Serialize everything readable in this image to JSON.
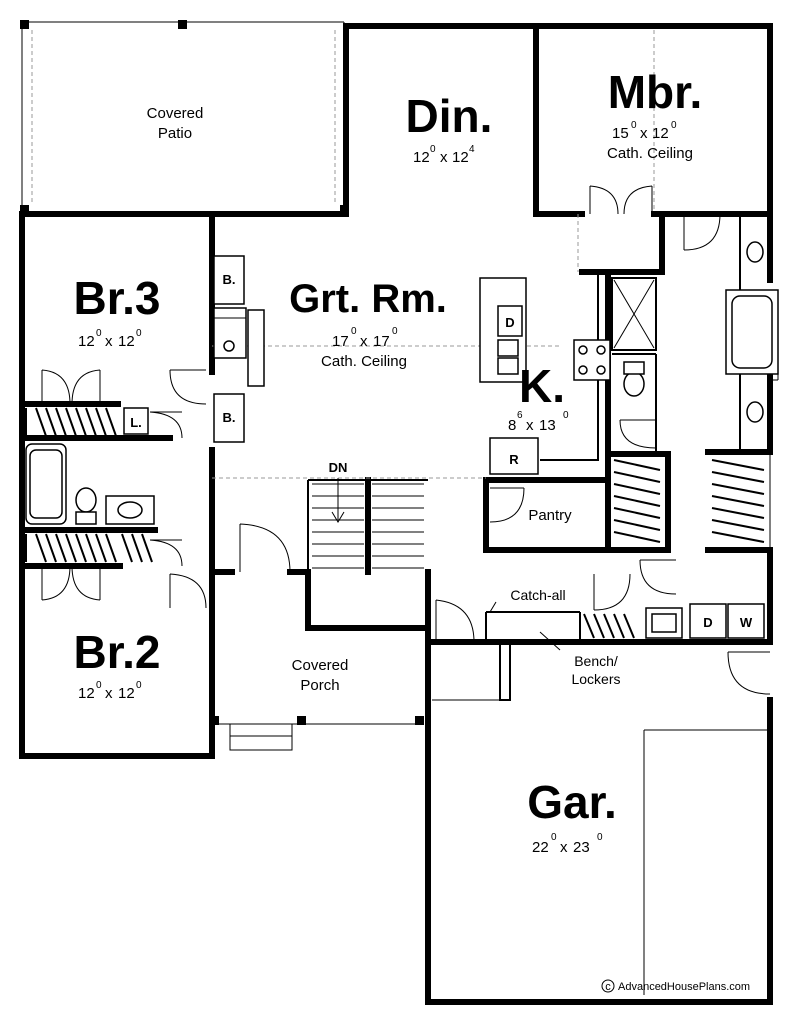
{
  "rooms": {
    "patio": {
      "line1": "Covered",
      "line2": "Patio"
    },
    "din": {
      "name": "Din.",
      "w": "12",
      "w_sup": "0",
      "h": "12",
      "h_sup": "4",
      "x": "x"
    },
    "mbr": {
      "name": "Mbr.",
      "w": "15",
      "w_sup": "0",
      "h": "12",
      "h_sup": "0",
      "x": "x",
      "note": "Cath. Ceiling"
    },
    "br3": {
      "name": "Br.3",
      "w": "12",
      "w_sup": "0",
      "h": "12",
      "h_sup": "0",
      "x": "x"
    },
    "grt": {
      "name": "Grt. Rm.",
      "w": "17",
      "w_sup": "0",
      "h": "17",
      "h_sup": "0",
      "x": "x",
      "note": "Cath. Ceiling"
    },
    "kit": {
      "name": "K.",
      "w": "8",
      "w_sup": "6",
      "h": "13",
      "h_sup": "0",
      "x": "x"
    },
    "pantry": {
      "name": "Pantry"
    },
    "br2": {
      "name": "Br.2",
      "w": "12",
      "w_sup": "0",
      "h": "12",
      "h_sup": "0",
      "x": "x"
    },
    "porch": {
      "line1": "Covered",
      "line2": "Porch"
    },
    "gar": {
      "name": "Gar.",
      "w": "22",
      "w_sup": "0",
      "h": "23",
      "h_sup": "0",
      "x": "x"
    }
  },
  "labels": {
    "b_upper": "B.",
    "b_lower": "B.",
    "linen": "L.",
    "dishwasher": "D",
    "range": "R",
    "stairs": "DN",
    "catch_all": "Catch-all",
    "bench_line1": "Bench/",
    "bench_line2": "Lockers",
    "dryer": "D",
    "washer": "W"
  },
  "copyright": "AdvancedHousePlans.com",
  "copyright_symbol": "c"
}
